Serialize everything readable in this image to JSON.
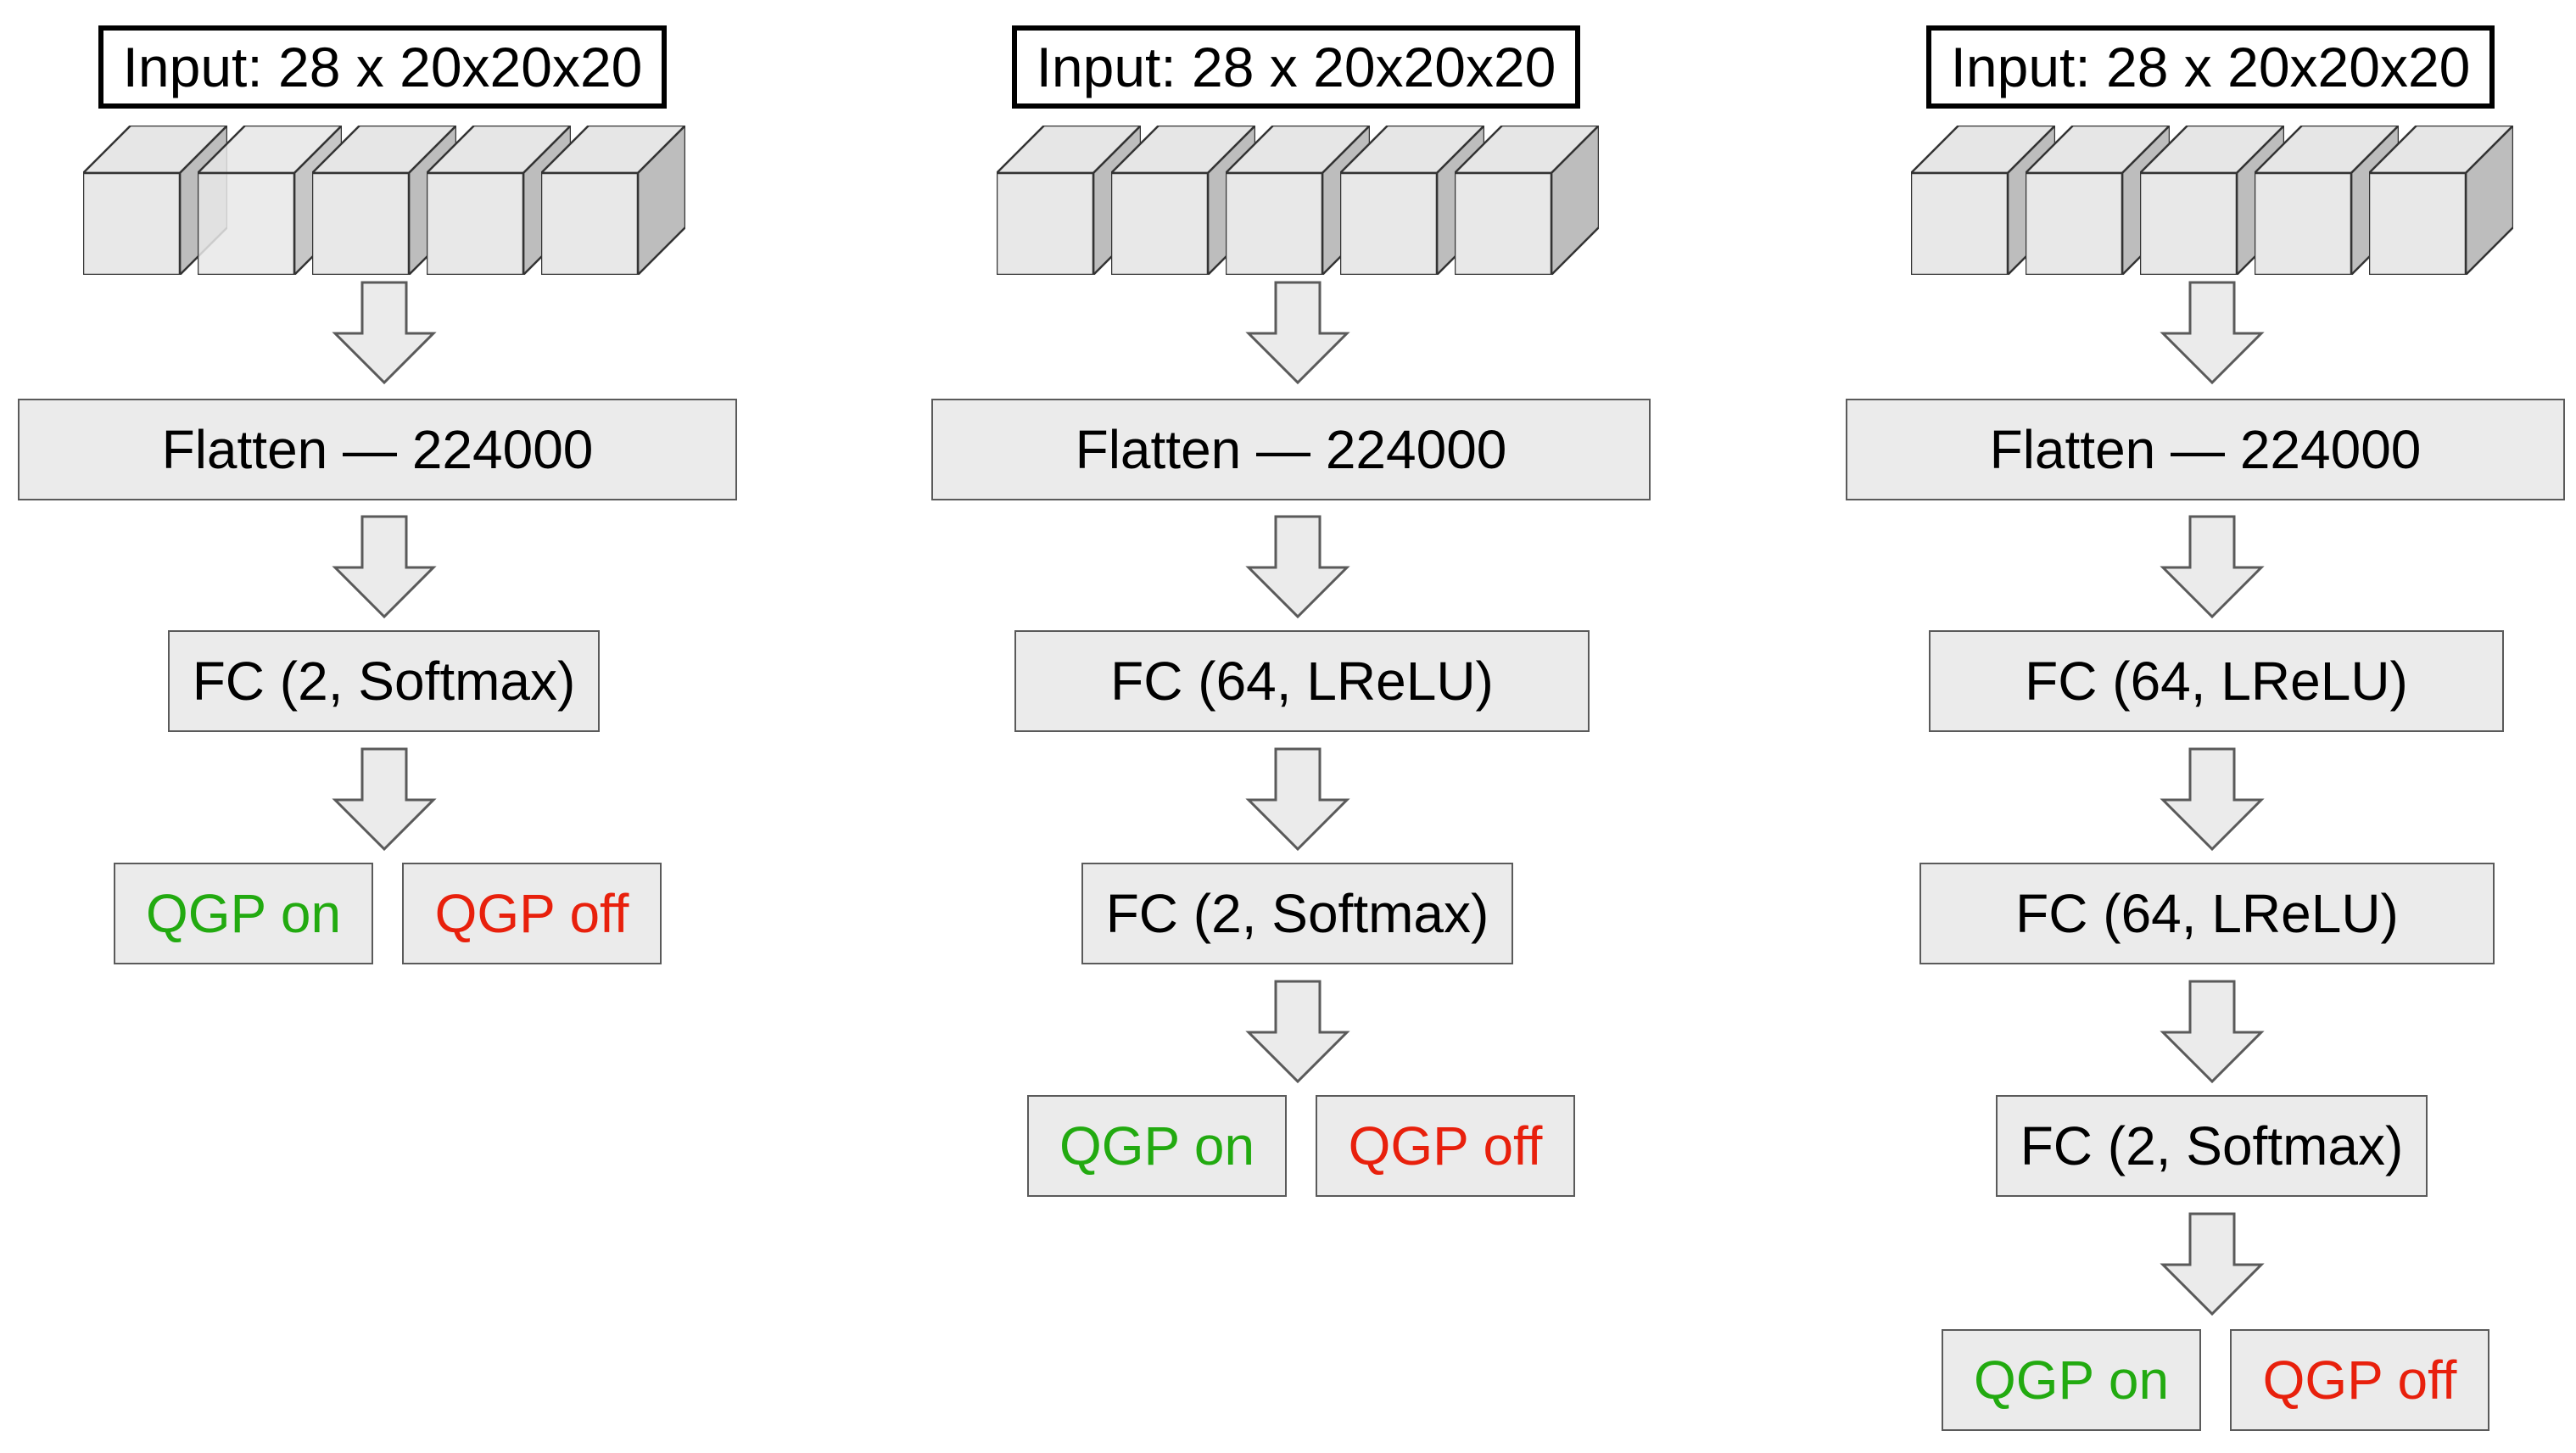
{
  "columns": [
    {
      "input_label": "Input: 28 x 20x20x20",
      "flatten_label": "Flatten — 224000",
      "layers": [
        "FC (2, Softmax)"
      ],
      "outputs": {
        "on": "QGP on",
        "off": "QGP off"
      }
    },
    {
      "input_label": "Input: 28 x 20x20x20",
      "flatten_label": "Flatten — 224000",
      "layers": [
        "FC (64, LReLU)",
        "FC (2, Softmax)"
      ],
      "outputs": {
        "on": "QGP on",
        "off": "QGP off"
      }
    },
    {
      "input_label": "Input: 28 x 20x20x20",
      "flatten_label": "Flatten — 224000",
      "layers": [
        "FC (64, LReLU)",
        "FC (64, LReLU)",
        "FC (2, Softmax)"
      ],
      "outputs": {
        "on": "QGP on",
        "off": "QGP off"
      }
    }
  ],
  "colors": {
    "qgp_on": "#22aa10",
    "qgp_off": "#e8200c",
    "box_fill": "#ebebeb",
    "box_border": "#5a5a5a"
  }
}
